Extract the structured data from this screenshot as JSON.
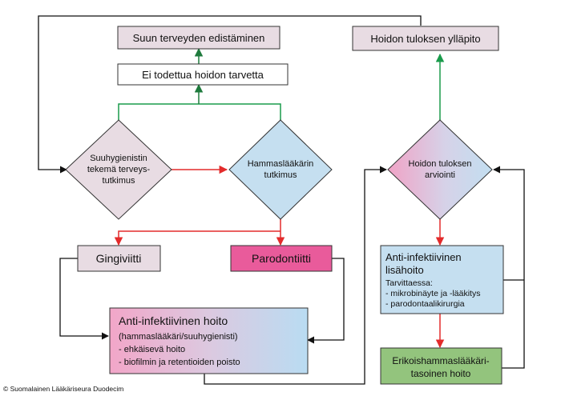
{
  "colors": {
    "pink_box": "#e8dce3",
    "blue_box": "#c5dff0",
    "magenta_box": "#e95b9b",
    "green_box": "#93c47d",
    "green_arrow": "#1a9b4b",
    "dark_green_arrow": "#1e7a3c",
    "red_arrow": "#e32b2b",
    "black_line": "#111111"
  },
  "nodes": {
    "promote": "Suun terveyden edistäminen",
    "no_need": "Ei todettua hoidon tarvetta",
    "maintain": "Hoidon tuloksen ylläpito",
    "hygienist": [
      "Suuhygienistin",
      "tekemä terveys-",
      "tutkimus"
    ],
    "dentist": [
      "Hammaslääkärin",
      "tutkimus"
    ],
    "evaluation": [
      "Hoidon tuloksen",
      "arviointi"
    ],
    "gingivitis": "Gingiviitti",
    "periodontitis": "Parodontiitti",
    "anti_title": "Anti-infektiivinen hoito",
    "anti_lines": [
      "(hammaslääkäri/suuhygienisti)",
      "- ehkäisevä hoito",
      "- biofilmin ja retentioiden poisto"
    ],
    "extra_title": [
      "Anti-infektiivinen",
      "lisähoito"
    ],
    "extra_lines": [
      "Tarvittaessa:",
      "- mikrobinäyte ja -lääkitys",
      "- parodontaalikirurgia"
    ],
    "specialist": [
      "Erikoishammaslääkäri-",
      "tasoinen hoito"
    ]
  },
  "copyright": "© Suomalainen Lääkäriseura Duodecim"
}
